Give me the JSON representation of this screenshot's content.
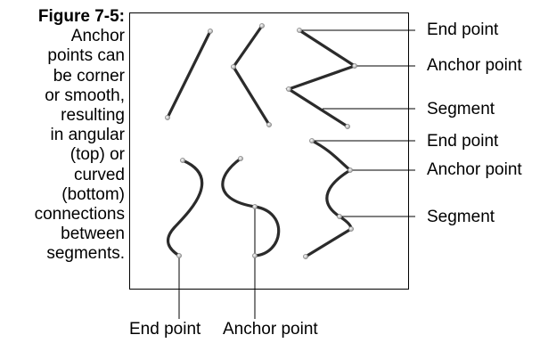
{
  "caption": {
    "label": "Figure 7-5:",
    "lines": [
      "Anchor",
      "points can",
      "be corner",
      "or smooth,",
      "resulting",
      "in angular",
      "(top) or",
      "curved",
      "(bottom)",
      "connections",
      "between",
      "segments."
    ]
  },
  "callouts": {
    "top_end_point": "End point",
    "top_anchor_point": "Anchor point",
    "top_segment": "Segment",
    "bottom_end_point": "End point",
    "bottom_anchor_point": "Anchor point",
    "bottom_segment": "Segment",
    "foot_end_point": "End point",
    "foot_anchor_point": "Anchor point"
  },
  "colors": {
    "stroke": "#2b2b2b",
    "leader": "#000000",
    "frame": "#000000"
  }
}
